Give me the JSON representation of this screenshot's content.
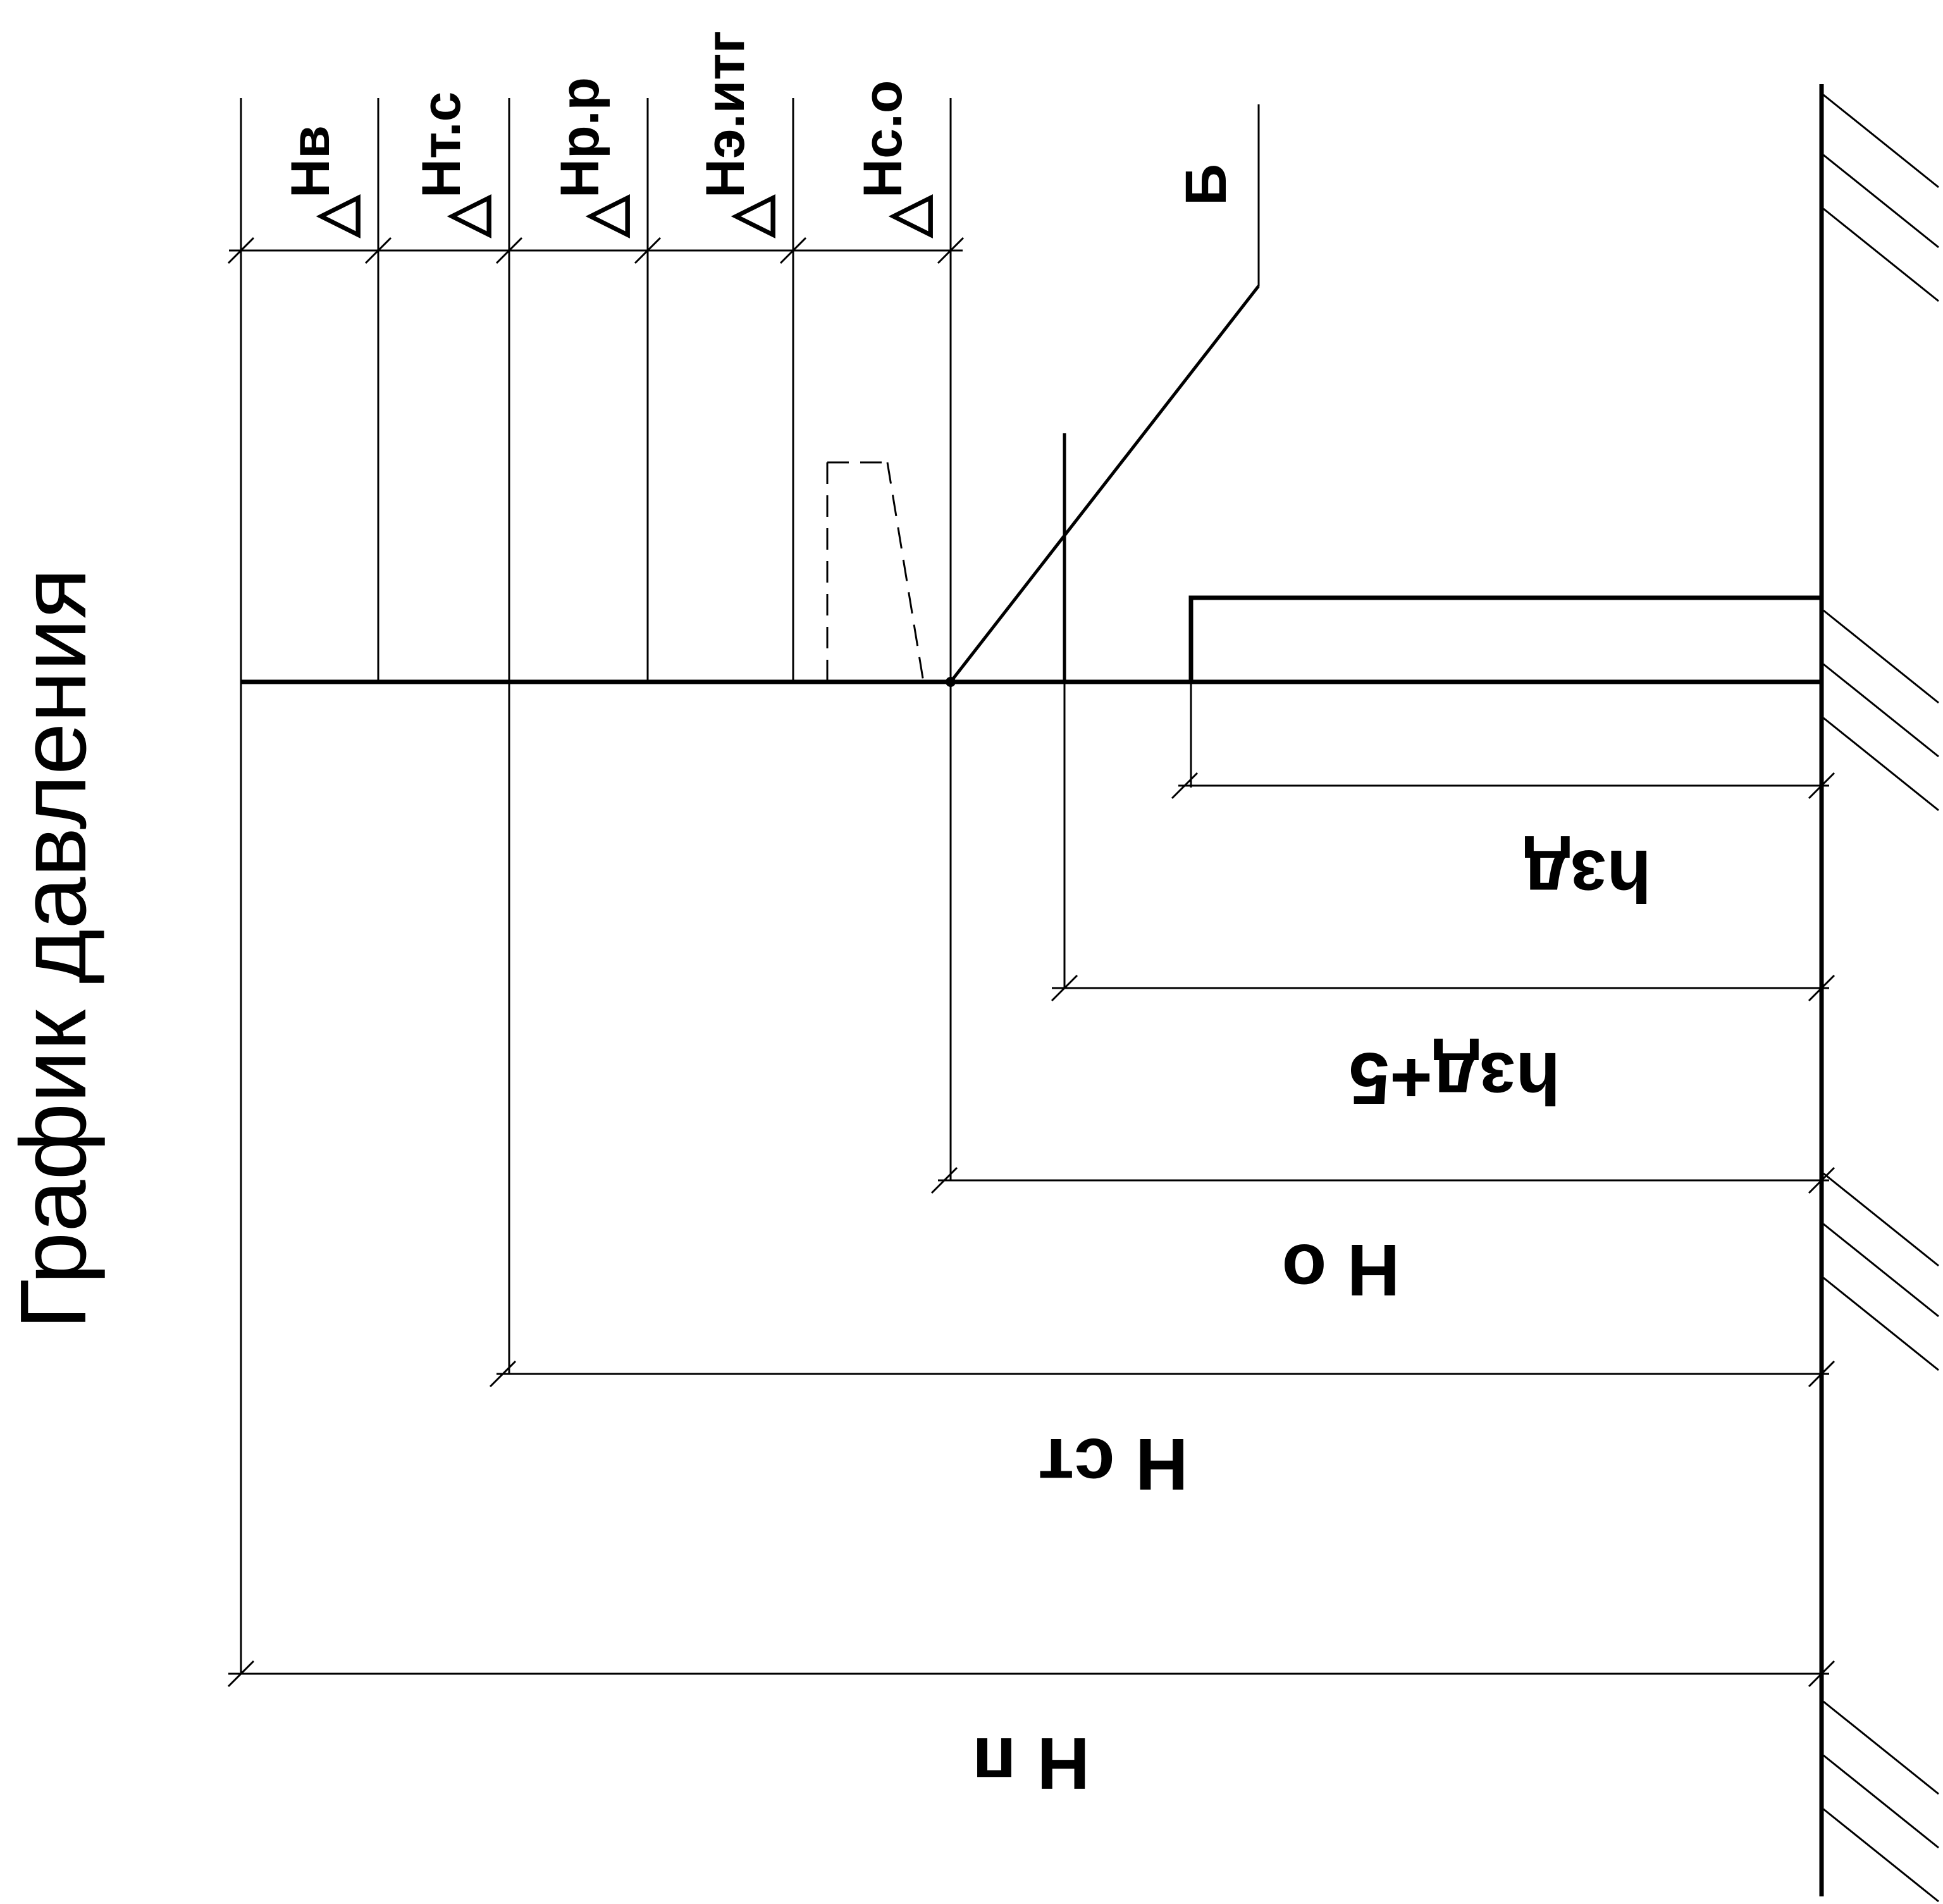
{
  "title": "График давления",
  "head_labels": {
    "hv": {
      "delta": "△",
      "text": "Нв"
    },
    "hts": {
      "delta": "△",
      "text": "Нт.с"
    },
    "hrr": {
      "delta": "△",
      "text": "Нр.р"
    },
    "heitg": {
      "delta": "△",
      "text": "Нэ.итг"
    },
    "hso": {
      "delta": "△",
      "text": "Нс.о"
    }
  },
  "curve_label": "Б",
  "dimensions": {
    "hzd": "hзд",
    "hzd5": "hзд+5",
    "ho": "Н о",
    "hst": "Н ст",
    "hp": "Н п"
  },
  "colors": {
    "line": "#000000",
    "background": "#ffffff"
  }
}
